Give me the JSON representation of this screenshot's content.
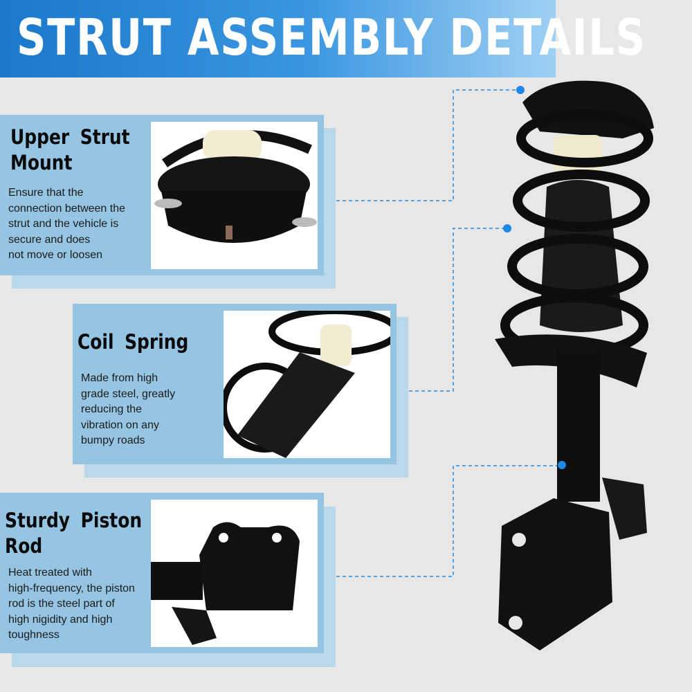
{
  "header": {
    "title": "STRUT ASSEMBLY DETAILS"
  },
  "features": [
    {
      "title": "Upper Strut Mount",
      "description": "Ensure that the connection between the strut and the vehicle is secure and does not move or loosen",
      "lines": [
        "Ensure that the",
        "connection between the",
        "strut and the vehicle is",
        "secure and does",
        "not move or loosen"
      ]
    },
    {
      "title": "Coil Spring",
      "description": "Made from high grade steel, greatly reducing the vibration on any bumpy roads",
      "lines": [
        "Made from high",
        "grade steel, greatly",
        "reducing the",
        "vibration on any",
        "bumpy roads"
      ]
    },
    {
      "title": "Sturdy Piston Rod",
      "description": "Heat treated with high-frequency, the piston rod is the steel part of high nigidity and high toughness",
      "lines": [
        "Heat treated with",
        "high-frequency, the piston",
        "rod is the steel part of",
        "high nigidity and high",
        "toughness"
      ]
    }
  ],
  "colors": {
    "panel": "#95c5e3",
    "shadow": "#b9d8ea",
    "accent": "#1e88e5",
    "background": "#e7e7e8"
  }
}
